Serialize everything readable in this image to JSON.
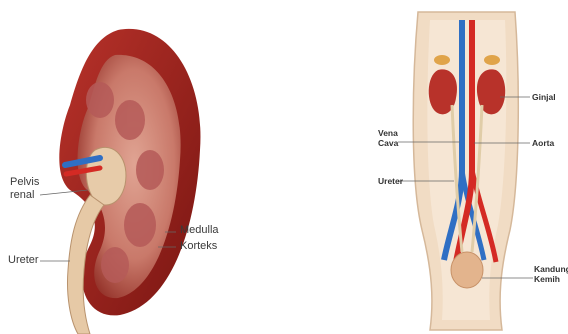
{
  "kidney_section": {
    "labels": {
      "pelvis_renal": "Pelvis\nrenal",
      "ureter": "Ureter",
      "medulla": "Medulla",
      "korteks": "Korteks"
    }
  },
  "urinary_system": {
    "labels": {
      "vena_cava": "Vena\nCava",
      "ureter": "Ureter",
      "ginjal": "Ginjal",
      "aorta": "Aorta",
      "kandung_kemih": "Kandung\nKemih"
    }
  },
  "colors": {
    "kidney_outer": "#9c1f1a",
    "kidney_inner": "#d98a78",
    "ureter": "#e6c9a6",
    "vein": "#2f6fc4",
    "artery": "#d42a24",
    "body_bg": "#f1dcc4"
  }
}
